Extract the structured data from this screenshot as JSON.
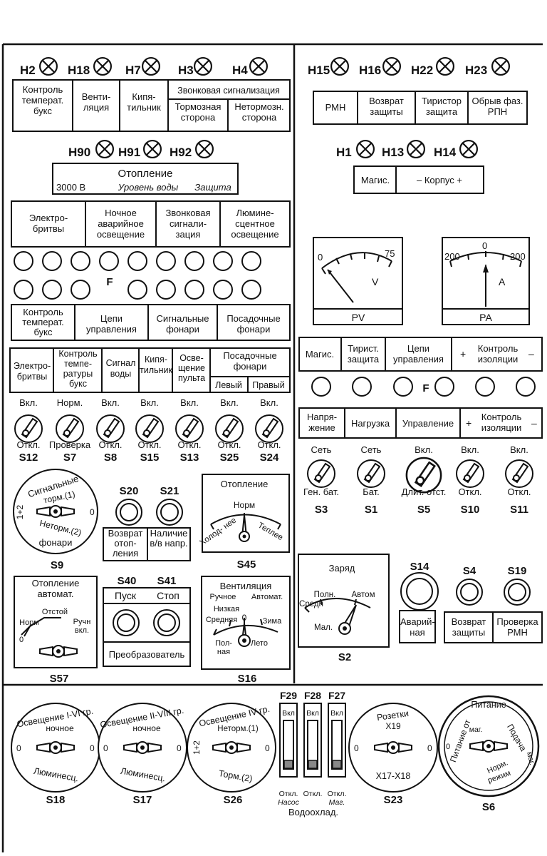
{
  "lamps_row1": [
    "H2",
    "H18",
    "H7",
    "H3",
    "H4"
  ],
  "lamps_row_right1": [
    "H15",
    "H16",
    "H22",
    "H23"
  ],
  "lamps_row2": [
    "H90",
    "H91",
    "H92"
  ],
  "lamps_row_right2": [
    "H1",
    "H13",
    "H14"
  ],
  "box_a": {
    "kontrol": "Контроль температ. букс",
    "vent": "Венти- ляция",
    "kipyat": "Кипя- тильник",
    "zvon": "Звонковая сигнализация",
    "tormoz": "Тормозная сторона",
    "netormoz": "Нетормозн. сторона"
  },
  "box_right1": [
    "РМН",
    "Возврат защиты",
    "Тиристор защита",
    "Обрыв фаз. РПН"
  ],
  "box_heating": {
    "title": "Отопление",
    "v": "3000 В",
    "level": "Уровень воды",
    "prot": "Защита"
  },
  "box_magis": {
    "magis": "Магис.",
    "korpus": "–  Корпус  +"
  },
  "box_b": [
    "Электро- бритвы",
    "Ночное аварийное освещение",
    "Звонковая сигнали- зация",
    "Люмине- сцентное освещение"
  ],
  "fuse_label": "F",
  "box_c": [
    "Контроль температ. букс",
    "Цепи управления",
    "Сигнальные фонари",
    "Посадочные фонари"
  ],
  "meter_pv": {
    "min": "0",
    "max": "75",
    "unit": "V",
    "label": "PV"
  },
  "meter_pa": {
    "left": "200",
    "mid": "0",
    "right": "200",
    "unit": "A",
    "label": "PA"
  },
  "box_right2": {
    "magis": "Магис.",
    "tirist": "Тирист. защита",
    "cepi": "Цепи управления",
    "plus": "+",
    "kontrol": "Контроль изоляции",
    "minus": "–"
  },
  "box_right3": {
    "napr": "Напря- жение",
    "nagr": "Нагрузка",
    "upr": "Управление",
    "plus": "+",
    "kontrol": "Контроль изоляции",
    "minus": "–"
  },
  "box_d": {
    "el": "Электро- бритвы",
    "kontrol": "Контроль темпе- ратуры букс",
    "signal": "Сигнал воды",
    "kipyat": "Кипя- тильник",
    "osv": "Осве- щение пульта",
    "posad": "Посадочные фонари",
    "levy": "Левый",
    "pravy": "Правый"
  },
  "switches_left": [
    {
      "top": "Вкл.",
      "bottom": "Откл.",
      "id": "S12"
    },
    {
      "top": "Норм.",
      "bottom": "Проверка",
      "id": "S7"
    },
    {
      "top": "Вкл.",
      "bottom": "Откл.",
      "id": "S8"
    },
    {
      "top": "Вкл.",
      "bottom": "Откл.",
      "id": "S15"
    },
    {
      "top": "Вкл.",
      "bottom": "Откл.",
      "id": "S13"
    },
    {
      "top": "Вкл.",
      "bottom": "Откл.",
      "id": "S25"
    },
    {
      "top": "Вкл.",
      "bottom": "Откл.",
      "id": "S24"
    }
  ],
  "switches_right": [
    {
      "top": "Сеть",
      "bottom": "Ген. бат.",
      "id": "S3"
    },
    {
      "top": "Сеть",
      "bottom": "Бат.",
      "id": "S1"
    },
    {
      "top": "Вкл.",
      "bottom": "Длит. отст.",
      "id": "S5"
    },
    {
      "top": "Вкл.",
      "bottom": "Откл.",
      "id": "S10"
    },
    {
      "top": "Вкл.",
      "bottom": "Откл.",
      "id": "S11"
    }
  ],
  "s9": {
    "top": "Сигнальные",
    "torm": "торм.(1)",
    "side": "1+2",
    "netorm": "Неторм.(2)",
    "bottom": "фонари",
    "o": "0",
    "id": "S9"
  },
  "s20": "S20",
  "s21": "S21",
  "vozvrat_otop": "Возврат отоп- ления",
  "nalichie": "Наличие в/в напр.",
  "s45": {
    "title": "Отопление",
    "norm": "Норм",
    "cold": "Холод- нее",
    "warm": "Теплее",
    "id": "S45"
  },
  "s2": {
    "title": "Заряд",
    "poln": "Полн.",
    "sredn": "Средн",
    "avtom": "Автом",
    "mal": "Мал.",
    "id": "S2"
  },
  "s14": "S14",
  "s4": "S4",
  "s19": "S19",
  "avar": "Аварий- ная",
  "vozvrat_zash": "Возврат защиты",
  "proverka": "Проверка РМН",
  "s57": {
    "title": "Отопление автомат.",
    "norm": "Норм",
    "otstoy": "Отстой",
    "ruchn": "Ручн вкл.",
    "o": "0",
    "id": "S57"
  },
  "s40": "S40",
  "s41": "S41",
  "pusk": "Пуск",
  "stop": "Стоп",
  "preobr": "Преобразователь",
  "s16": {
    "title": "Вентиляция",
    "ruchnoe": "Ручное",
    "avtomat": "Автомат.",
    "nizkaya": "Низкая",
    "srednyaya": "Средняя",
    "zero": "0",
    "zima": "Зима",
    "polnaya": "Пол- ная",
    "leto": "Лето",
    "id": "S16"
  },
  "bottom_fuses": {
    "f29": "F29",
    "f28": "F28",
    "f27": "F27",
    "vkl": "Вкл",
    "otkl": "Откл.",
    "nasos": "Насос",
    "mag": "Маг.",
    "caption": "Водоохлад."
  },
  "s18": {
    "top": "Освещение I-VI гр.",
    "night": "ночное",
    "bottom": "Люминесц.",
    "o": "0",
    "id": "S18"
  },
  "s17": {
    "top": "Освещение II-VIII гр.",
    "night": "ночное",
    "bottom": "Люминесц.",
    "o": "0",
    "id": "S17"
  },
  "s26": {
    "top": "Освещение IV гр.",
    "netorm": "Неторм.(1)",
    "side": "1+2",
    "torm": "Торм.(2)",
    "o": "0",
    "id": "S26"
  },
  "s23": {
    "top": "Розетки",
    "x19": "X19",
    "bottom": "X17-X18",
    "o": "0",
    "id": "S23"
  },
  "s6": {
    "top": "Питание",
    "left": "Питание от",
    "right": "Подача",
    "mag1": "маг.",
    "mag2": "маг.",
    "norm": "Норм.",
    "rezhim": "режим",
    "o": "0",
    "id": "S6"
  }
}
